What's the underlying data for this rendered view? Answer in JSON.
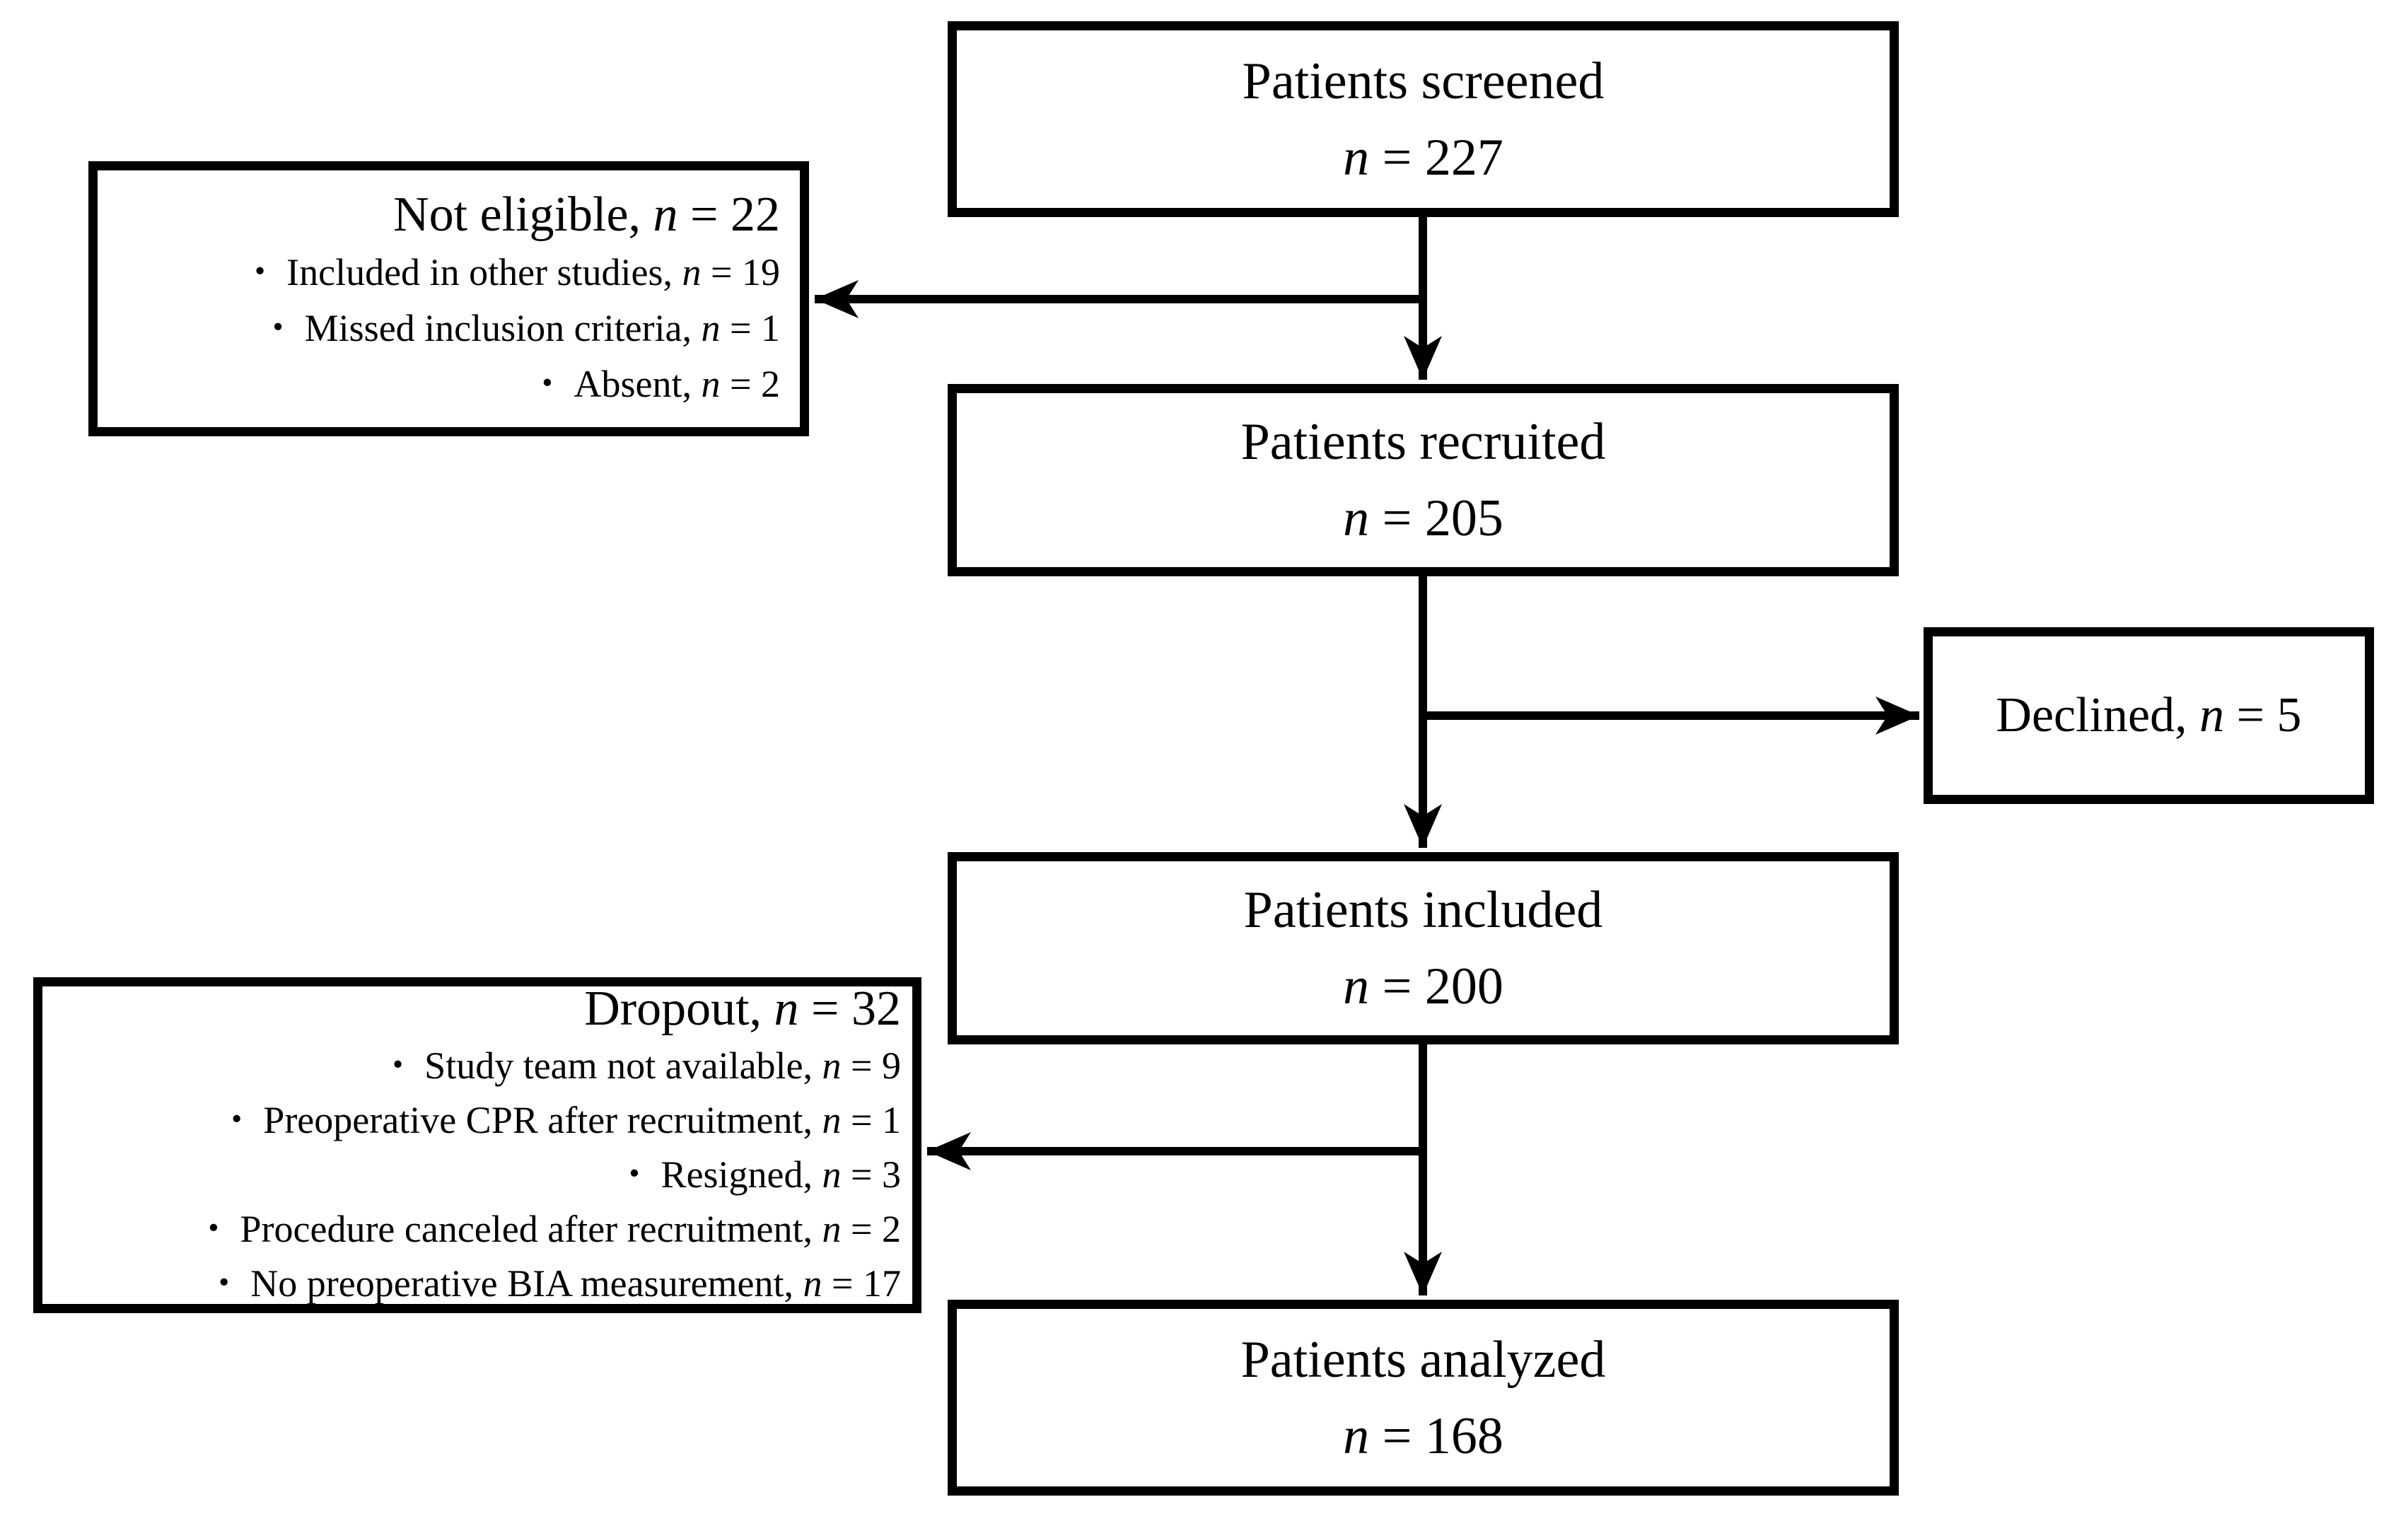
{
  "meta": {
    "bullet": "•",
    "background_color": "#ffffff",
    "line_color": "#000000"
  },
  "nodes": {
    "screened": {
      "title": "Patients screened",
      "n_italic": "n",
      "n_rest": " = 227"
    },
    "recruited": {
      "title": "Patients recruited",
      "n_italic": "n",
      "n_rest": " = 205"
    },
    "included": {
      "title": "Patients included",
      "n_italic": "n",
      "n_rest": " = 200"
    },
    "analyzed": {
      "title": "Patients analyzed",
      "n_italic": "n",
      "n_rest": " = 168"
    },
    "not_eligible": {
      "title_text": "Not eligible, ",
      "n_italic": "n",
      "n_rest": " = 22",
      "items": [
        {
          "text": "Included in other studies, ",
          "n_italic": "n",
          "n_rest": " = 19"
        },
        {
          "text": "Missed inclusion criteria, ",
          "n_italic": "n",
          "n_rest": " = 1"
        },
        {
          "text": "Absent, ",
          "n_italic": "n",
          "n_rest": " = 2"
        }
      ]
    },
    "declined": {
      "title_text": "Declined, ",
      "n_italic": "n",
      "n_rest": " = 5"
    },
    "dropout": {
      "title_text": "Dropout, ",
      "n_italic": "n",
      "n_rest": " = 32",
      "items": [
        {
          "text": "Study team not available, ",
          "n_italic": "n",
          "n_rest": " = 9"
        },
        {
          "text": "Preoperative CPR after recruitment, ",
          "n_italic": "n",
          "n_rest": " = 1"
        },
        {
          "text": "Resigned, ",
          "n_italic": "n",
          "n_rest": " = 3"
        },
        {
          "text": "Procedure canceled after recruitment, ",
          "n_italic": "n",
          "n_rest": " = 2"
        },
        {
          "text": "No preoperative BIA measurement, ",
          "n_italic": "n",
          "n_rest": " = 17"
        }
      ]
    }
  }
}
